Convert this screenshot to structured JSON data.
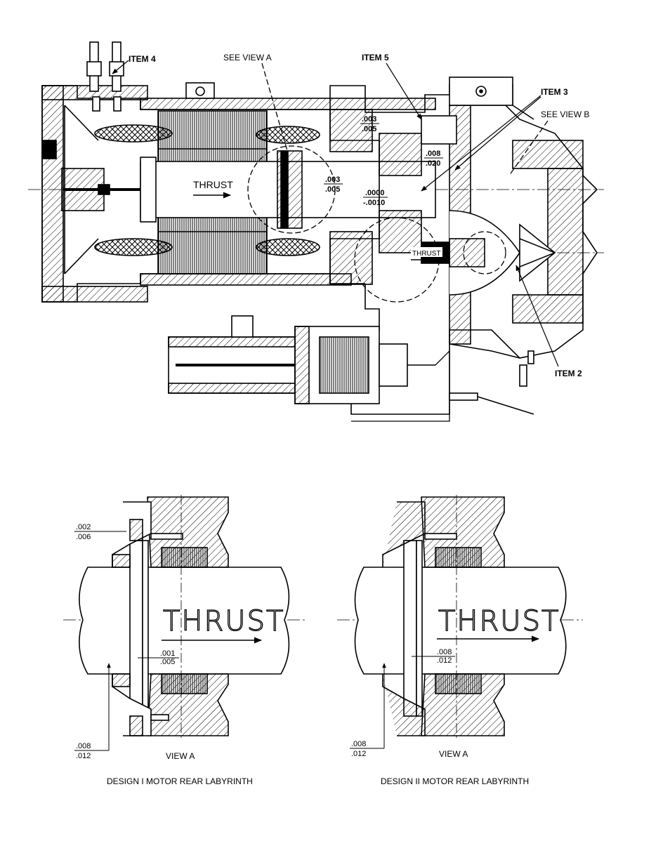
{
  "labels": {
    "item4": "ITEM 4",
    "see_view_a": "SEE VIEW A",
    "item5": "ITEM 5",
    "item3": "ITEM 3",
    "see_view_b": "SEE VIEW B",
    "item2": "ITEM 2",
    "thrust_main": "THRUST",
    "thrust_small": "THRUST"
  },
  "main_dims": {
    "d1": {
      "top": ".003",
      "bottom": ".005"
    },
    "d2": {
      "top": ".003",
      "bottom": ".005"
    },
    "d3": {
      "top": ".0000",
      "bottom": "-.0010"
    },
    "d4": {
      "top": ".008",
      "bottom": ".020"
    }
  },
  "view_left": {
    "thrust": "THRUST",
    "dim_a": {
      "top": ".002",
      "bottom": ".006"
    },
    "dim_b": {
      "top": ".001",
      "bottom": ".005"
    },
    "dim_c": {
      "top": ".008",
      "bottom": ".012"
    },
    "view_label": "VIEW A",
    "caption": "DESIGN I MOTOR REAR LABYRINTH"
  },
  "view_right": {
    "thrust": "THRUST",
    "dim_b": {
      "top": ".008",
      "bottom": ".012"
    },
    "dim_c": {
      "top": ".008",
      "bottom": ".012"
    },
    "view_label": "VIEW A",
    "caption": "DESIGN II MOTOR REAR LABYRINTH"
  },
  "colors": {
    "ink": "#000000",
    "paper": "#ffffff",
    "hatch": "#000000"
  }
}
